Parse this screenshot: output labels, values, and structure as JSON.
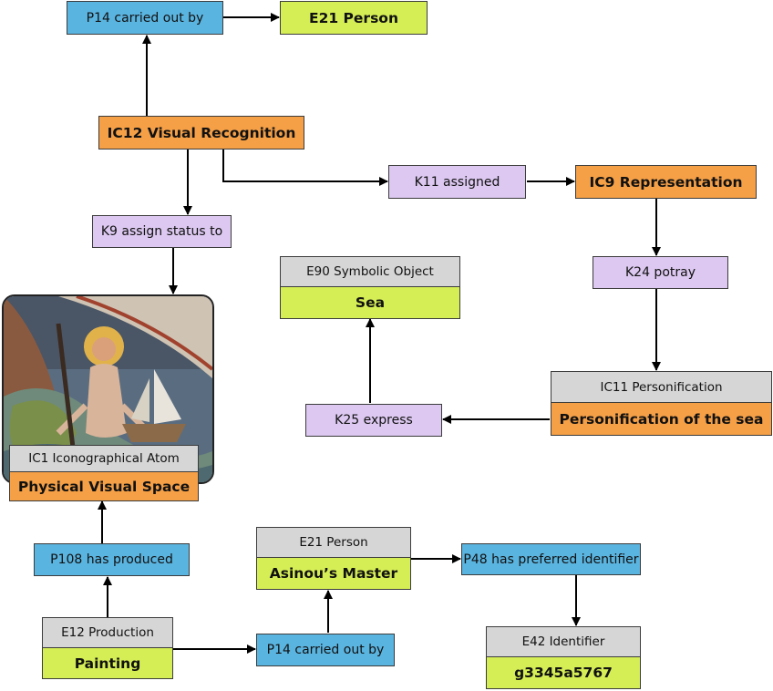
{
  "nodes": {
    "p14_top": "P14 carried out by",
    "e21_top": "E21 Person",
    "ic12": "IC12 Visual Recognition",
    "k11": "K11 assigned",
    "ic9": "IC9 Representation",
    "k9": "K9 assign status to",
    "e90_type": "E90 Symbolic Object",
    "e90_value": "Sea",
    "k24": "K24 potray",
    "ic11_type": "IC11 Personification",
    "ic11_value": "Personification of the sea",
    "k25": "K25 express",
    "ic1_type": "IC1 Iconographical Atom",
    "ic1_value": "Physical Visual Space",
    "p108": "P108 has produced",
    "e21_type": "E21 Person",
    "e21_value": "Asinou’s Master",
    "p48": "P48 has preferred identifier",
    "e12_type": "E12 Production",
    "e12_value": "Painting",
    "p14_bottom": "P14 carried out by",
    "e42_type": "E42 Identifier",
    "e42_value": "g3345a5767"
  },
  "colors": {
    "property": "#5ab4e0",
    "relation": "#dcc8f0",
    "iconographic_class": "#f5a047",
    "instance": "#d6ee55",
    "type_header": "#d6d6d6"
  }
}
